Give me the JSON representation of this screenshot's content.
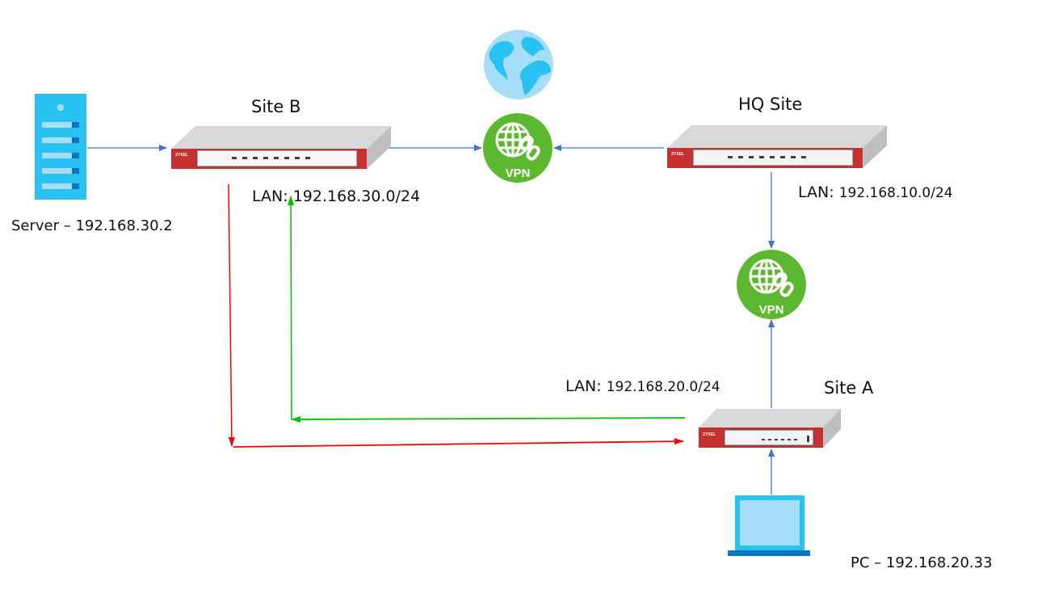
{
  "diagram": {
    "nodes": {
      "server": {
        "label": "Server – 192.168.30.2",
        "icon": "server-icon"
      },
      "site_b": {
        "title": "Site B",
        "brand": "ZYXEL",
        "lan_prefix": "LAN:",
        "lan_subnet": "192.168.30.0/24",
        "icon": "firewall-icon"
      },
      "internet": {
        "icon": "globe-icon"
      },
      "vpn_top": {
        "label": "VPN",
        "icon": "vpn-icon"
      },
      "hq": {
        "title": "HQ Site",
        "brand": "ZYXEL",
        "lan_prefix": "LAN:",
        "lan_subnet": "192.168.10.0/24",
        "icon": "firewall-icon"
      },
      "vpn_right": {
        "label": "VPN",
        "icon": "vpn-icon"
      },
      "site_a": {
        "title": "Site A",
        "brand": "ZYXEL",
        "lan_prefix": "LAN:",
        "lan_subnet": "192.168.20.0/24",
        "icon": "firewall-icon"
      },
      "pc": {
        "label": "PC – 192.168.20.33",
        "icon": "laptop-icon"
      }
    },
    "edges": [
      {
        "from": "server",
        "to": "site_b",
        "color": "#4472c4"
      },
      {
        "from": "site_b",
        "to": "vpn_top",
        "color": "#4472c4"
      },
      {
        "from": "hq",
        "to": "vpn_top",
        "color": "#4472c4"
      },
      {
        "from": "hq",
        "to": "vpn_right",
        "color": "#4472c4"
      },
      {
        "from": "site_a",
        "to": "vpn_right",
        "color": "#4472c4"
      },
      {
        "from": "pc",
        "to": "site_a",
        "color": "#4472c4"
      },
      {
        "from": "site_b",
        "to": "site_a",
        "color": "#ff0000",
        "meaning": "traffic path Site B to Site A"
      },
      {
        "from": "site_a",
        "to": "site_b",
        "color": "#00c000",
        "meaning": "return path Site A to Site B"
      }
    ],
    "colors": {
      "link": "#4472c4",
      "path_out": "#ff0000",
      "path_return": "#00c000",
      "vpn_green": "#5cb82e",
      "zyxel_red": "#c8302f",
      "device_blue": "#29c3f3"
    }
  }
}
